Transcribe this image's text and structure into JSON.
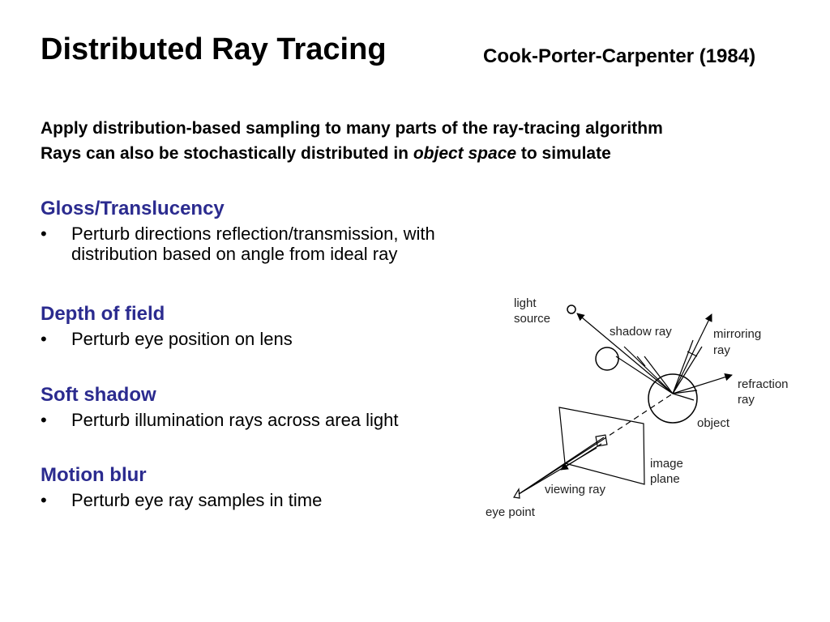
{
  "slide": {
    "title": "Distributed Ray Tracing",
    "subtitle": "Cook-Porter-Carpenter (1984)",
    "intro": {
      "line1": "Apply distribution-based sampling to many parts of the ray-tracing algorithm",
      "line2_before": "Rays can also be stochastically distributed in ",
      "line2_emph": "object space",
      "line2_after": " to simulate"
    },
    "sections": [
      {
        "heading": "Gloss/Translucency",
        "bullet": "Perturb directions reflection/transmission, with",
        "bullet_cont": "distribution based on angle from ideal ray"
      },
      {
        "heading": "Depth of field",
        "bullet": "Perturb eye position on lens"
      },
      {
        "heading": "Soft shadow",
        "bullet": "Perturb illumination rays across area light"
      },
      {
        "heading": "Motion blur",
        "bullet": "Perturb eye ray samples in time"
      }
    ],
    "bullet_char": "•"
  },
  "diagram": {
    "labels": {
      "light_source_1": "light",
      "light_source_2": "source",
      "shadow_ray": "shadow ray",
      "mirroring_ray_1": "mirroring",
      "mirroring_ray_2": "ray",
      "refraction_ray_1": "refraction",
      "refraction_ray_2": "ray",
      "object": "object",
      "image_plane_1": "image",
      "image_plane_2": "plane",
      "viewing_ray": "viewing ray",
      "eye_point": "eye point"
    }
  },
  "colors": {
    "heading": "#2b2b8f",
    "text": "#000000"
  }
}
